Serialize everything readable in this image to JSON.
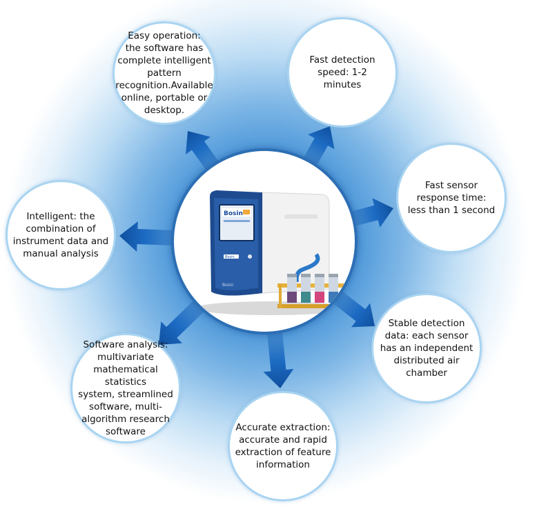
{
  "colors": {
    "glow": "#1f73c4",
    "arrow": "#1565c0",
    "bubble_border": "#a9d4f1",
    "center_border": "#2d6fb5"
  },
  "center": {
    "brand_text": "Bosin",
    "front_badge": "Bosin",
    "side_text": "Bosin"
  },
  "features": [
    {
      "id": "easy-operation",
      "text": "Easy operation:\nthe software has\ncomplete intelligent\npattern\nrecognition.Available\nonline, portable or\ndesktop."
    },
    {
      "id": "fast-detection",
      "text": "Fast detection\nspeed: 1-2\nminutes"
    },
    {
      "id": "fast-sensor",
      "text": "Fast sensor\nresponse time:\nless than 1 second"
    },
    {
      "id": "stable-detection",
      "text": "Stable detection\ndata: each sensor\nhas an independent\ndistributed air\nchamber"
    },
    {
      "id": "accurate-extraction",
      "text": "Accurate extraction:\naccurate and rapid\nextraction of feature\ninformation"
    },
    {
      "id": "software-analysis",
      "text": "Software analysis:\nmultivariate\nmathematical statistics\nsystem, streamlined\nsoftware, multi-\nalgorithm research\nsoftware"
    },
    {
      "id": "intelligent",
      "text": "Intelligent: the\ncombination of\ninstrument data and\nmanual analysis"
    }
  ]
}
